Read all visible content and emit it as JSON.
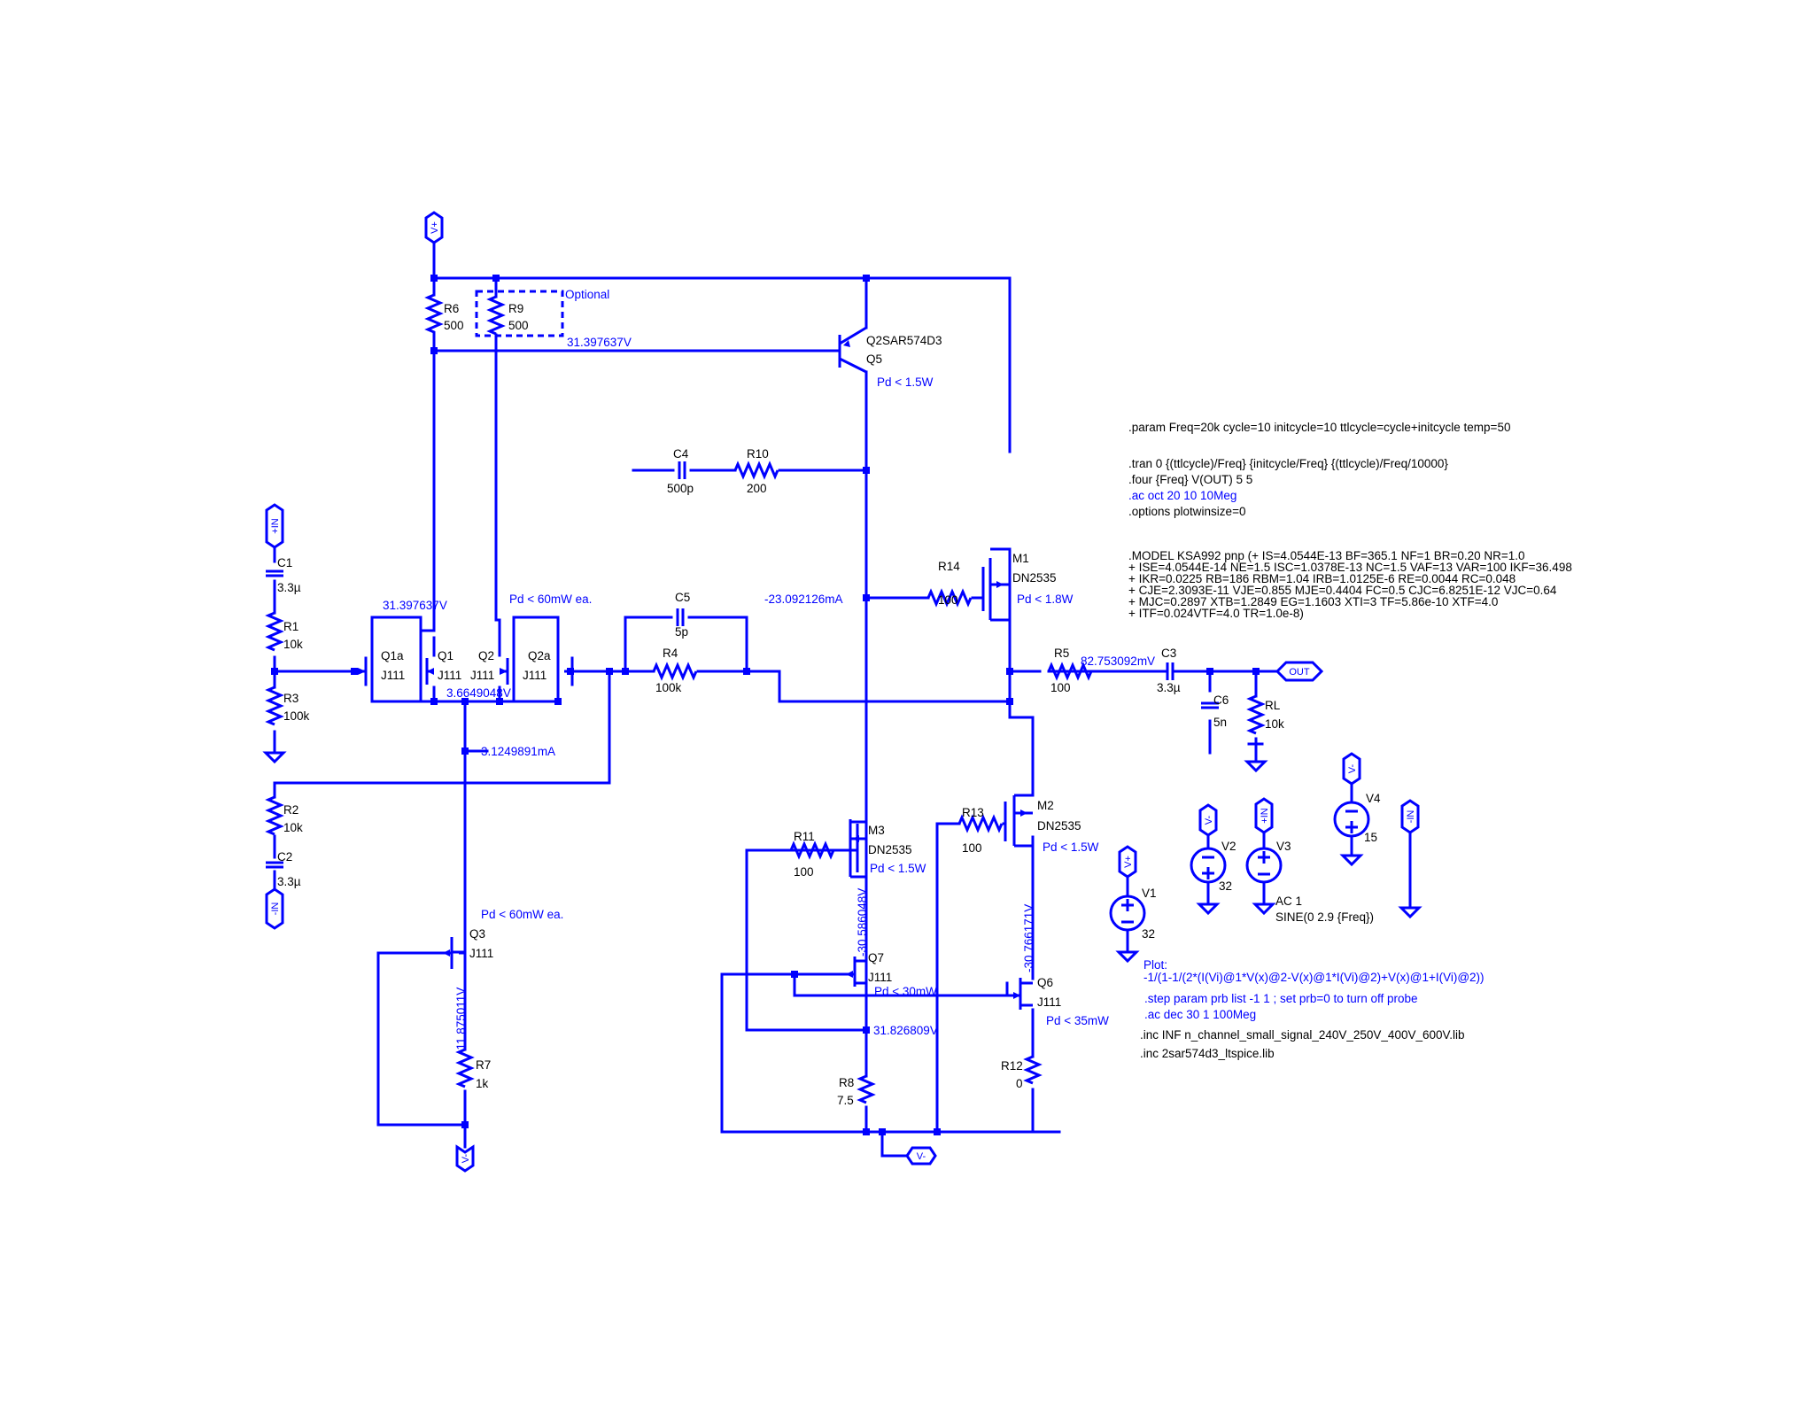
{
  "ports": {
    "vplus": "V+",
    "vminus": "V-",
    "plus_in": "+IN",
    "minus_in": "-IN",
    "out": "OUT"
  },
  "components": {
    "R1": {
      "ref": "R1",
      "value": "10k"
    },
    "R2": {
      "ref": "R2",
      "value": "10k"
    },
    "R3": {
      "ref": "R3",
      "value": "100k"
    },
    "R4": {
      "ref": "R4",
      "value": "100k"
    },
    "R5": {
      "ref": "R5",
      "value": "100"
    },
    "R6": {
      "ref": "R6",
      "value": "500"
    },
    "R7": {
      "ref": "R7",
      "value": "1k"
    },
    "R8": {
      "ref": "R8",
      "value": "7.5"
    },
    "R9": {
      "ref": "R9",
      "value": "500"
    },
    "R10": {
      "ref": "R10",
      "value": "200"
    },
    "R11": {
      "ref": "R11",
      "value": "100"
    },
    "R12": {
      "ref": "R12",
      "value": "0"
    },
    "R13": {
      "ref": "R13",
      "value": "100"
    },
    "R14": {
      "ref": "R14",
      "value": "100"
    },
    "RL": {
      "ref": "RL",
      "value": "10k"
    },
    "C1": {
      "ref": "C1",
      "value": "3.3µ"
    },
    "C2": {
      "ref": "C2",
      "value": "3.3µ"
    },
    "C3": {
      "ref": "C3",
      "value": "3.3µ"
    },
    "C4": {
      "ref": "C4",
      "value": "500p"
    },
    "C5": {
      "ref": "C5",
      "value": "5p"
    },
    "C6": {
      "ref": "C6",
      "value": "5n"
    },
    "Q1a": {
      "ref": "Q1a",
      "value": "J111"
    },
    "Q1": {
      "ref": "Q1",
      "value": "J111"
    },
    "Q2": {
      "ref": "Q2",
      "value": "J111"
    },
    "Q2a": {
      "ref": "Q2a",
      "value": "J111"
    },
    "Q3": {
      "ref": "Q3",
      "value": "J111"
    },
    "Q5": {
      "ref": "Q5",
      "value": "Q2SAR574D3"
    },
    "Q6": {
      "ref": "Q6",
      "value": "J111"
    },
    "Q7": {
      "ref": "Q7",
      "value": "J111"
    },
    "M1": {
      "ref": "M1",
      "value": "DN2535"
    },
    "M2": {
      "ref": "M2",
      "value": "DN2535"
    },
    "M3": {
      "ref": "M3",
      "value": "DN2535"
    },
    "V1": {
      "ref": "V1",
      "value": "32"
    },
    "V2": {
      "ref": "V2",
      "value": "32"
    },
    "V3": {
      "ref": "V3",
      "value_ac": "AC 1",
      "value_tran": "SINE(0 2.9 {Freq})"
    },
    "V4": {
      "ref": "V4",
      "value": "15"
    }
  },
  "annotations": {
    "optional": "Optional",
    "v_q5_base": "31.397637V",
    "v_q1_drain": "31.397637V",
    "pd_q5": "Pd < 1.5W",
    "pd_q1q2": "Pd < 60mW ea.",
    "i_vas": "-23.092126mA",
    "pd_m1": "Pd < 1.8W",
    "v_out": "82.753092mV",
    "v_tail": "3.6649048V",
    "i_tail": "3.1249891mA",
    "pd_q3": "Pd < 60mW ea.",
    "v_q3": "-11.875011V",
    "pd_m3": "Pd < 1.5W",
    "v_m3": "-30.586048V",
    "pd_q7": "Pd < 30mW",
    "v_q7": "31.826809V",
    "pd_m2": "Pd < 1.5W",
    "v_m2": "-30.766171V",
    "pd_q6": "Pd < 35mW"
  },
  "directives": {
    "param": ".param Freq=20k cycle=10 initcycle=10 ttlcycle=cycle+initcycle temp=50",
    "tran": ".tran 0 {(ttlcycle)/Freq} {initcycle/Freq} {(ttlcycle)/Freq/10000}",
    "four": ".four {Freq} V(OUT) 5 5",
    "ac1": ".ac oct 20 10 10Meg",
    "options": ".options plotwinsize=0",
    "model": [
      ".MODEL KSA992 pnp (+ IS=4.0544E-13 BF=365.1 NF=1 BR=0.20 NR=1.0",
      "+ ISE=4.0544E-14 NE=1.5 ISC=1.0378E-13 NC=1.5 VAF=13 VAR=100 IKF=36.498",
      "+ IKR=0.0225 RB=186 RBM=1.04 IRB=1.0125E-6 RE=0.0044 RC=0.048",
      "+ CJE=2.3093E-11 VJE=0.855 MJE=0.4404 FC=0.5 CJC=6.8251E-12 VJC=0.64",
      "+ MJC=0.2897 XTB=1.2849 EG=1.1603 XTI=3 TF=5.86e-10 XTF=4.0",
      "+ ITF=0.024VTF=4.0 TR=1.0e-8)"
    ],
    "plot_label": "Plot:",
    "plot_expr": "-1/(1-1/(2*(I(Vi)@1*V(x)@2-V(x)@1*I(Vi)@2)+V(x)@1+I(Vi)@2))",
    "step": ".step param prb list -1 1 ; set prb=0 to turn off probe",
    "ac2": ".ac dec 30 1 100Meg",
    "inc1": ".inc INF n_channel_small_signal_240V_250V_400V_600V.lib",
    "inc2": ".inc 2sar574d3_ltspice.lib"
  },
  "colors": {
    "wire": "#0000ff",
    "text": "#000000",
    "annotation": "#0000ff",
    "background": "#ffffff"
  }
}
